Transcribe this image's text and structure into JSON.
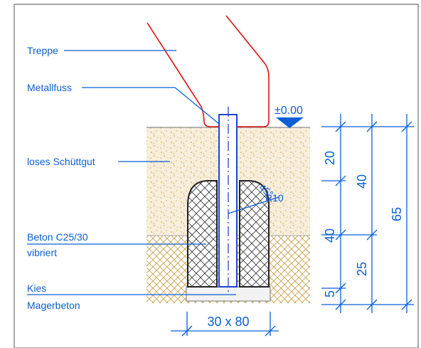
{
  "labels": {
    "treppe": "Treppe",
    "metallfuss": "Metallfuss",
    "schuettgut": "loses Schüttgut",
    "beton_1": "Beton C25/30",
    "beton_2": "vibriert",
    "kies": "Kies",
    "magerbeton": "Magerbeton"
  },
  "level_mark": "±0.00",
  "angle_mark": "45°",
  "radius_mark": "R10",
  "dimensions": {
    "d20": "20",
    "d40_top": "40",
    "d40_low": "40",
    "d25": "25",
    "d5": "5",
    "d65": "65",
    "base": "30 x 80"
  },
  "colors": {
    "annotation": "#0a5fd6",
    "stair_line": "#e01010",
    "fill_soil": "#f7eedc",
    "fill_gravel": "#c9a24a"
  }
}
